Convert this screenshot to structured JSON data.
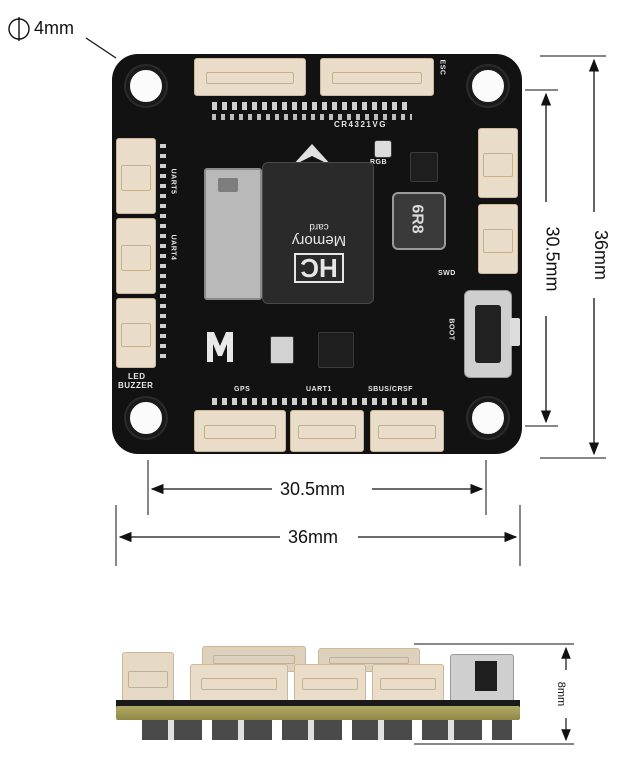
{
  "hole_diameter_label": "4mm",
  "board": {
    "silkscreen": {
      "esc": "ESC",
      "chip_code": "CR4321VG",
      "rgb": "RGB",
      "uart5": "UART5",
      "uart4": "UART4",
      "swd": "SWD",
      "boot": "BOOT",
      "led": "LED",
      "buzzer": "BUZZER",
      "gps": "GPS",
      "uart1": "UART1",
      "sbus": "SBUS/CRSF"
    },
    "card": {
      "line1": "HC",
      "line2": "Memory",
      "line3": "card"
    },
    "inductor_code": "6R8"
  },
  "dimensions": {
    "width_mount": "30.5mm",
    "width_total": "36mm",
    "height_mount": "30.5mm",
    "height_total": "36mm",
    "thickness": "8mm"
  },
  "colors": {
    "board": "#121212",
    "connector": "#e9ddc9",
    "pcb_edge": "#a39a55"
  }
}
